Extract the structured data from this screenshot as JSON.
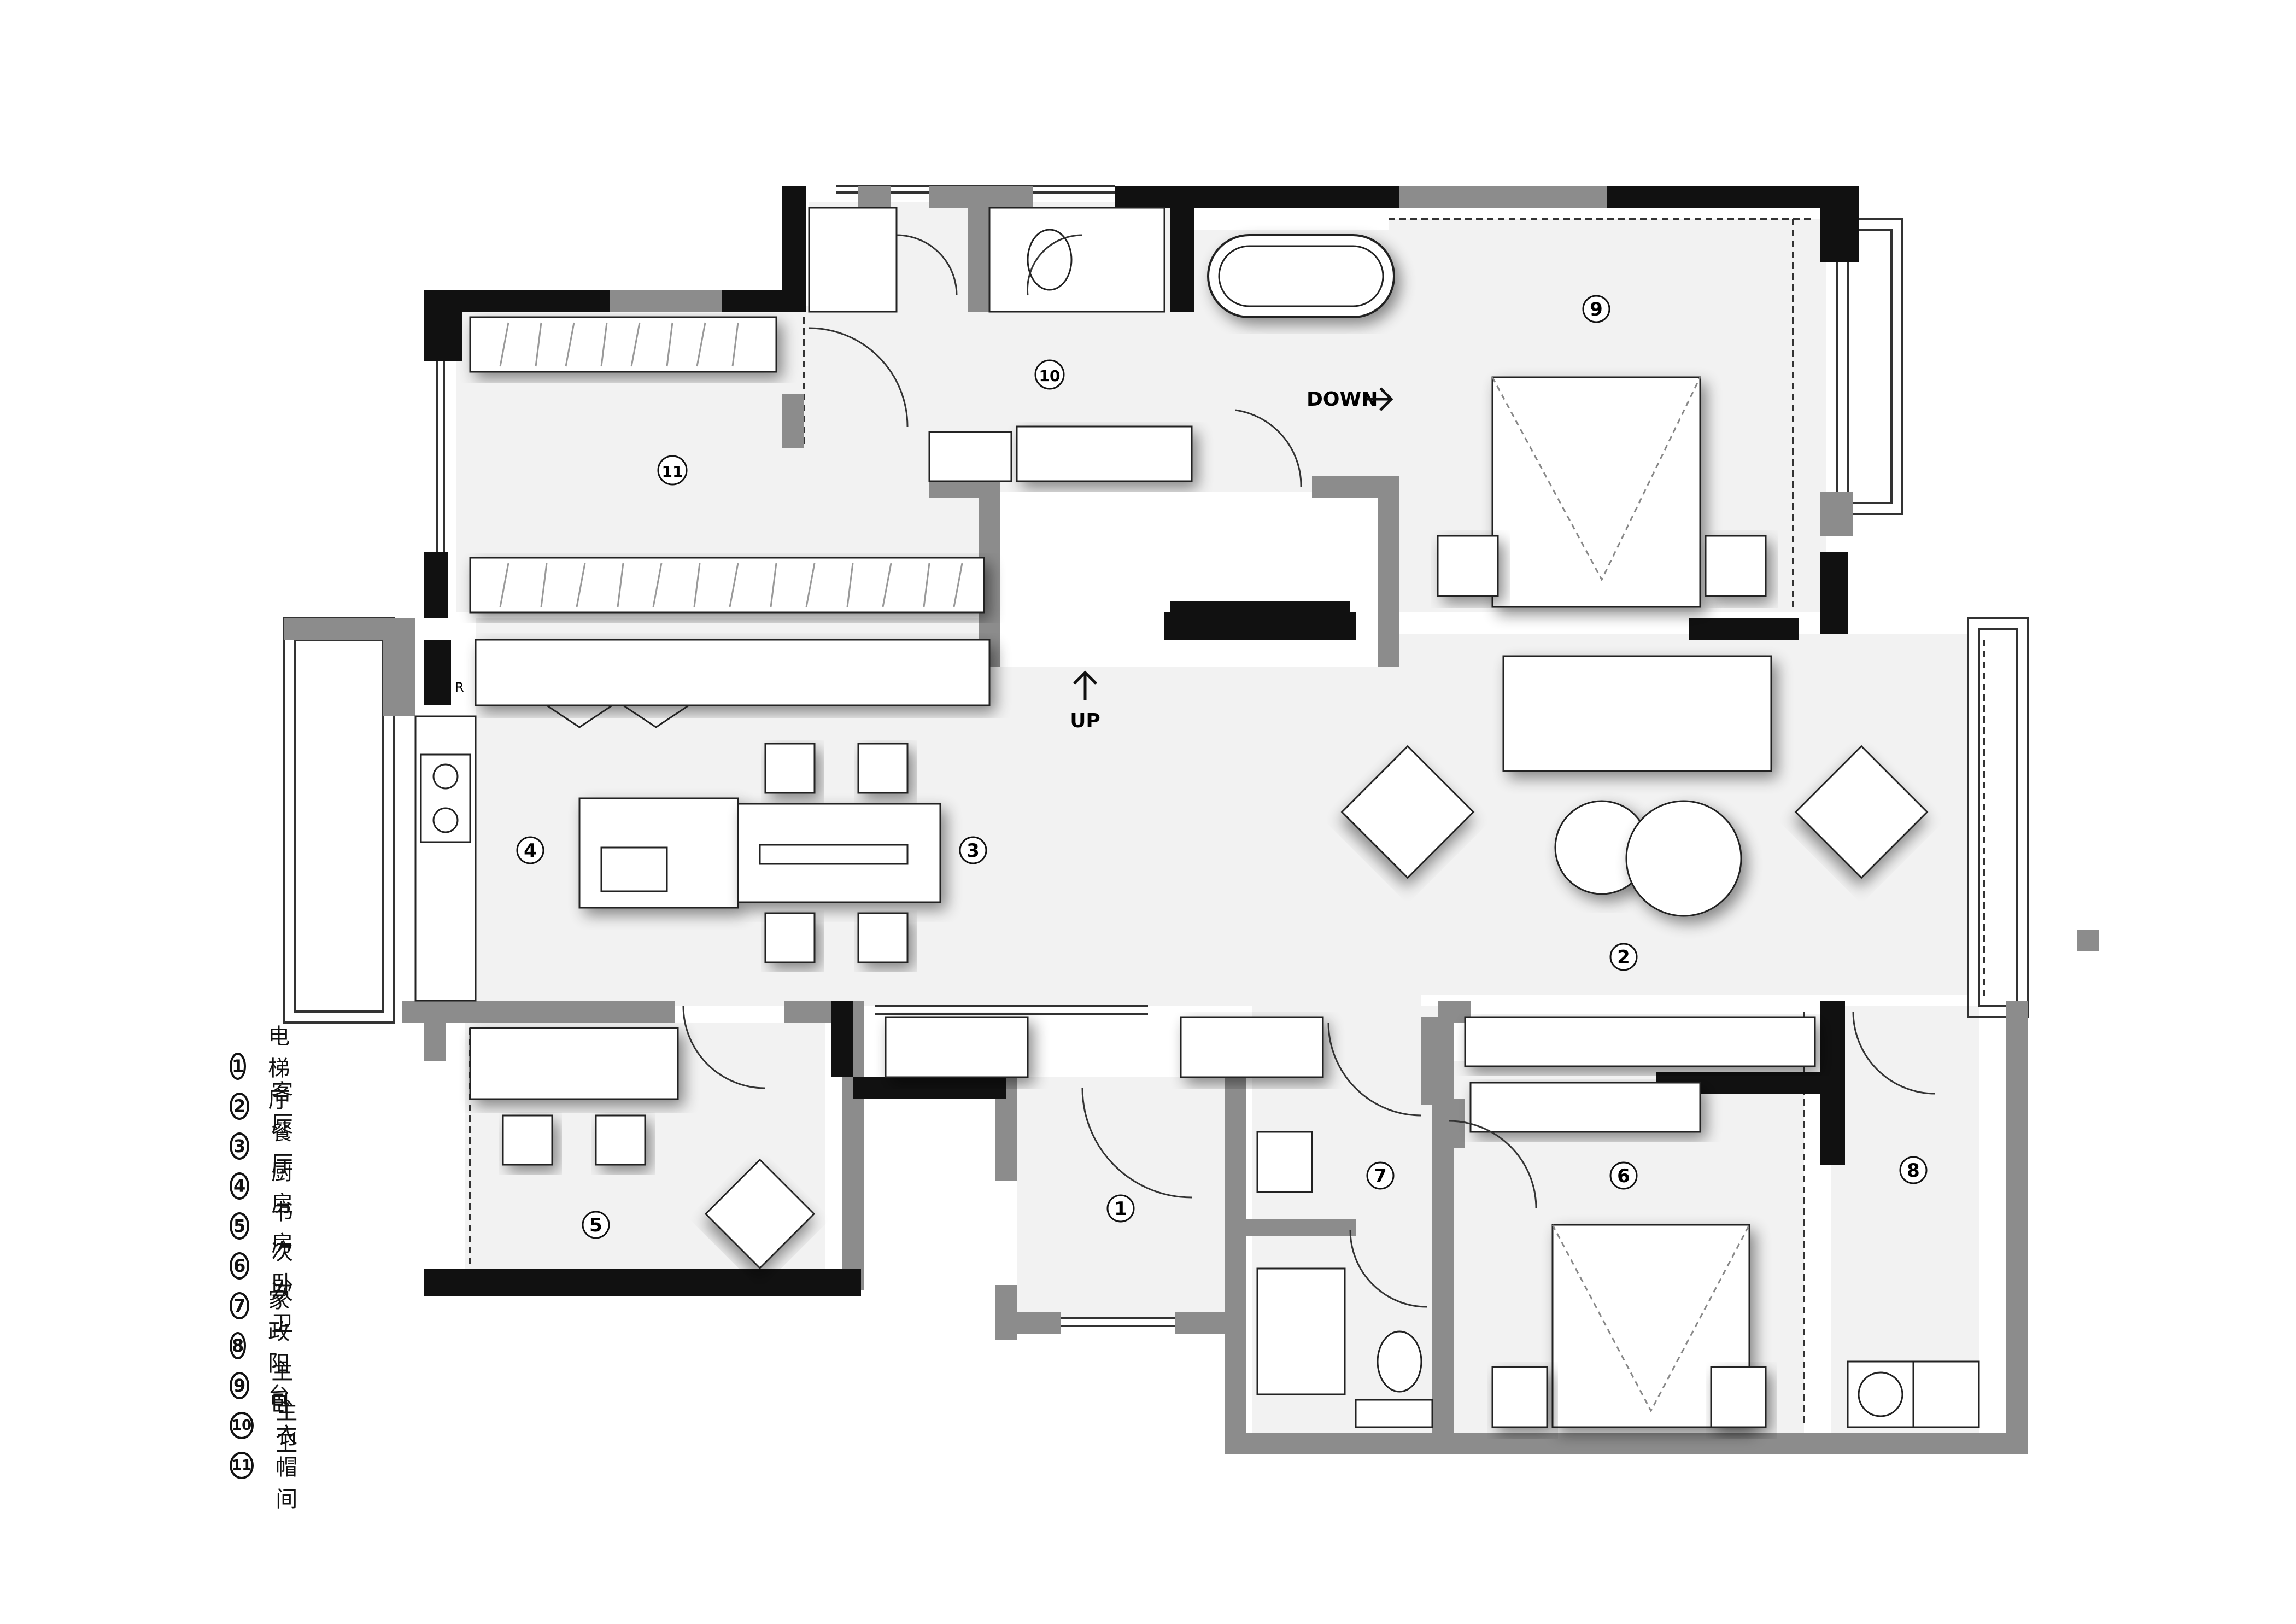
{
  "legend": [
    {
      "num": "1",
      "label": "电梯厅"
    },
    {
      "num": "2",
      "label": "客厅"
    },
    {
      "num": "3",
      "label": "餐厅"
    },
    {
      "num": "4",
      "label": "厨房"
    },
    {
      "num": "5",
      "label": "书房"
    },
    {
      "num": "6",
      "label": "次卧"
    },
    {
      "num": "7",
      "label": "次卫"
    },
    {
      "num": "8",
      "label": "家政阳台"
    },
    {
      "num": "9",
      "label": "主卧"
    },
    {
      "num": "10",
      "label": "主卫"
    },
    {
      "num": "11",
      "label": "衣帽间"
    }
  ],
  "room_tags": {
    "r1": "1",
    "r2": "2",
    "r3": "3",
    "r4": "4",
    "r5": "5",
    "r6": "6",
    "r7": "7",
    "r8": "8",
    "r9": "9",
    "r10": "10",
    "r11": "11"
  },
  "annotations": {
    "up": "UP",
    "down": "DOWN",
    "fridge": "R"
  },
  "colors": {
    "wall_black": "#111111",
    "wall_grey": "#8c8c8c",
    "floor": "#f2f2f2",
    "furniture": "#ffffff",
    "line": "#222222"
  }
}
